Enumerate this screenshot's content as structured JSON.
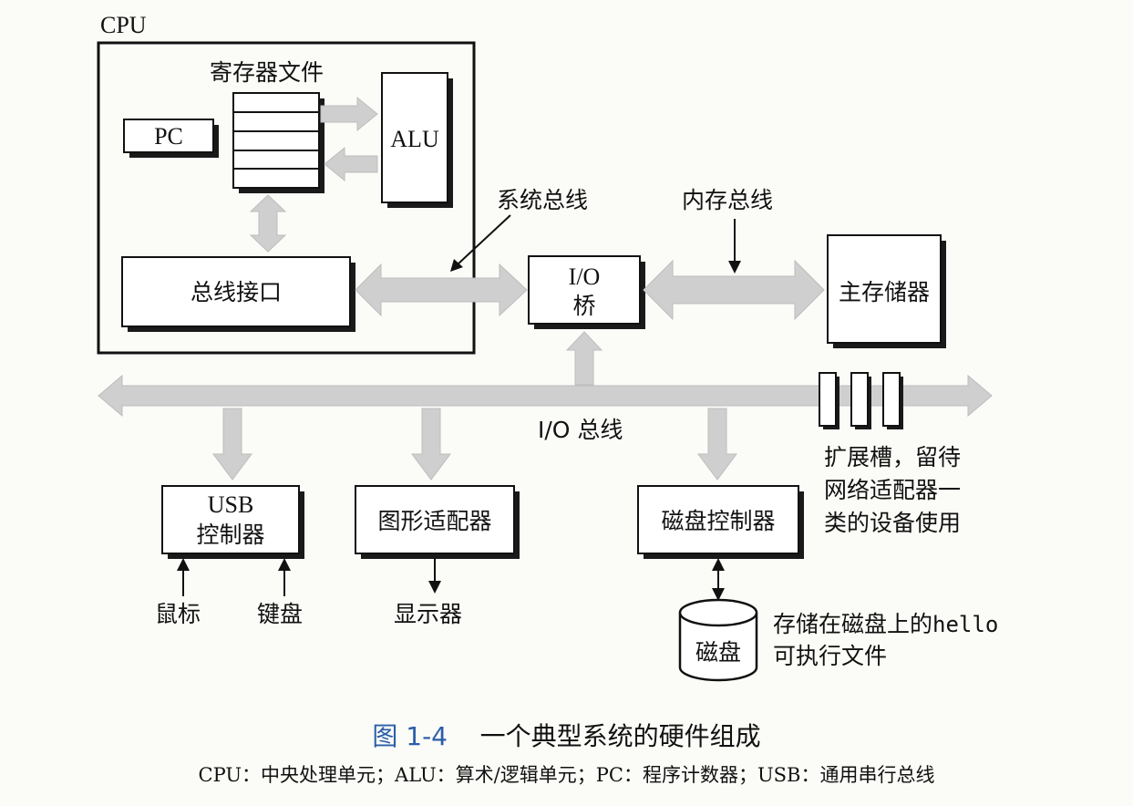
{
  "diagram": {
    "cpu_label": "CPU",
    "register_file_label": "寄存器文件",
    "pc_label": "PC",
    "alu_label": "ALU",
    "bus_interface_label": "总线接口",
    "system_bus_label": "系统总线",
    "memory_bus_label": "内存总线",
    "io_bridge_line1": "I/O",
    "io_bridge_line2": "桥",
    "main_memory_label": "主存储器",
    "io_bus_label": "I/O 总线",
    "usb_controller_line1": "USB",
    "usb_controller_line2": "控制器",
    "graphics_adapter_label": "图形适配器",
    "disk_controller_label": "磁盘控制器",
    "mouse_label": "鼠标",
    "keyboard_label": "键盘",
    "display_label": "显示器",
    "disk_label": "磁盘",
    "expansion_slots_line1": "扩展槽，留待",
    "expansion_slots_line2": "网络适配器一",
    "expansion_slots_line3": "类的设备使用",
    "hello_note_prefix": "存储在磁盘上的",
    "hello_note_code": "hello",
    "hello_note_line2": "可执行文件"
  },
  "caption": {
    "figure_number": "图 1-4",
    "title": "一个典型系统的硬件组成"
  },
  "legend": {
    "text": "CPU：中央处理单元；ALU：算术/逻辑单元；PC：程序计数器；USB：通用串行总线"
  },
  "colors": {
    "bus_gray": "#cfcfcf",
    "caption_blue": "#2b5ea8"
  }
}
